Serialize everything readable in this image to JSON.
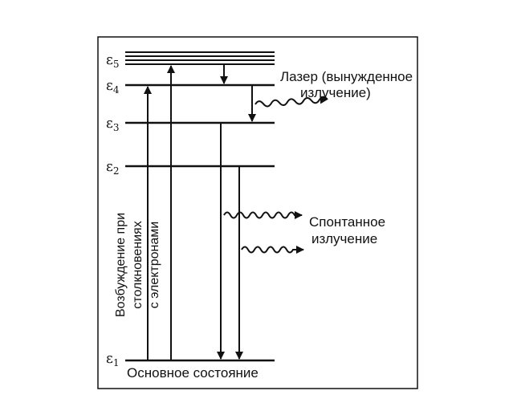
{
  "levels": {
    "e1": "ε",
    "e1_sub": "1",
    "e2": "ε",
    "e2_sub": "2",
    "e3": "ε",
    "e3_sub": "3",
    "e4": "ε",
    "e4_sub": "4",
    "e5": "ε",
    "e5_sub": "5"
  },
  "labels": {
    "laser_line1": "Лазер (вынужденное",
    "laser_line2": "излучение)",
    "spont_line1": "Спонтанное",
    "spont_line2": "излучение",
    "ground": "Основное состояние",
    "excite_line1": "Возбуждение при",
    "excite_line2": "столкновениях",
    "excite_line3": "с электронами"
  },
  "colors": {
    "ink": "#111111",
    "background": "#ffffff"
  }
}
